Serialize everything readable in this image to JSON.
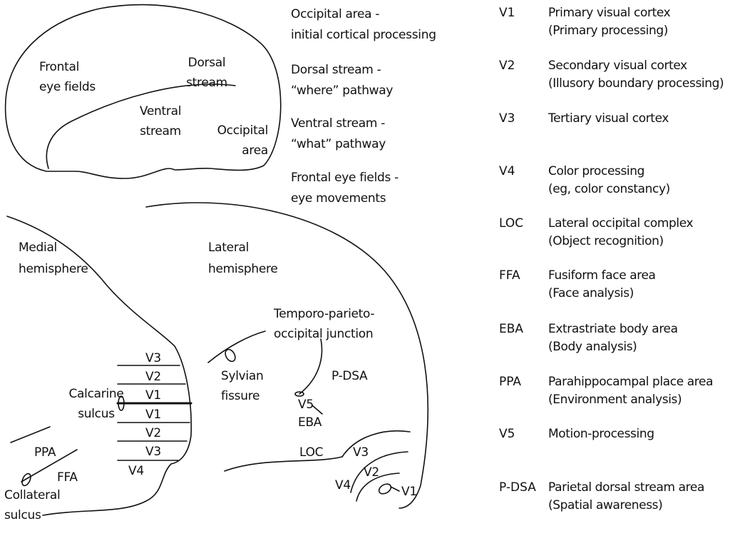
{
  "lateral_small": {
    "frontal_eye_fields": [
      "Frontal",
      "eye fields"
    ],
    "dorsal_stream": [
      "Dorsal",
      "stream"
    ],
    "ventral_stream": [
      "Ventral",
      "stream"
    ],
    "occipital_area": [
      "Occipital",
      "area"
    ]
  },
  "stream_legend": [
    [
      "Occipital area -",
      "initial cortical processing"
    ],
    [
      "Dorsal stream -",
      "“where” pathway"
    ],
    [
      "Ventral stream -",
      "“what” pathway"
    ],
    [
      "Frontal eye fields -",
      "eye movements"
    ]
  ],
  "medial": {
    "title": [
      "Medial",
      "hemisphere"
    ],
    "calcarine": [
      "Calcarine",
      "sulcus"
    ],
    "collateral": [
      "Collateral",
      "sulcus"
    ],
    "areas_upper": [
      "V3",
      "V2",
      "V1"
    ],
    "areas_lower": [
      "V1",
      "V2",
      "V3"
    ],
    "v4": "V4",
    "ppa": "PPA",
    "ffa": "FFA"
  },
  "lateral": {
    "title": [
      "Lateral",
      "hemisphere"
    ],
    "tpo": [
      "Temporo-parieto-",
      "occipital junction"
    ],
    "sylvian": [
      "Sylvian",
      "fissure"
    ],
    "pdsa": "P-DSA",
    "v5": "V5",
    "eba": "EBA",
    "loc": "LOC",
    "v3": "V3",
    "v2": "V2",
    "v4": "V4",
    "v1": "V1"
  },
  "area_legend": [
    {
      "abbr": "V1",
      "desc": [
        "Primary visual cortex",
        "(Primary processing)"
      ]
    },
    {
      "abbr": "V2",
      "desc": [
        "Secondary visual cortex",
        "(Illusory boundary processing)"
      ]
    },
    {
      "abbr": "V3",
      "desc": [
        "Tertiary visual cortex"
      ]
    },
    {
      "abbr": "V4",
      "desc": [
        "Color processing",
        "(eg, color constancy)"
      ]
    },
    {
      "abbr": "LOC",
      "desc": [
        "Lateral occipital complex",
        "(Object recognition)"
      ]
    },
    {
      "abbr": "FFA",
      "desc": [
        "Fusiform face area",
        "(Face analysis)"
      ]
    },
    {
      "abbr": "EBA",
      "desc": [
        "Extrastriate body area",
        "(Body analysis)"
      ]
    },
    {
      "abbr": "PPA",
      "desc": [
        "Parahippocampal place area",
        "(Environment analysis)"
      ]
    },
    {
      "abbr": "V5",
      "desc": [
        "Motion-processing"
      ]
    },
    {
      "abbr": "P-DSA",
      "desc": [
        "Parietal dorsal stream area",
        "(Spatial awareness)"
      ]
    }
  ]
}
